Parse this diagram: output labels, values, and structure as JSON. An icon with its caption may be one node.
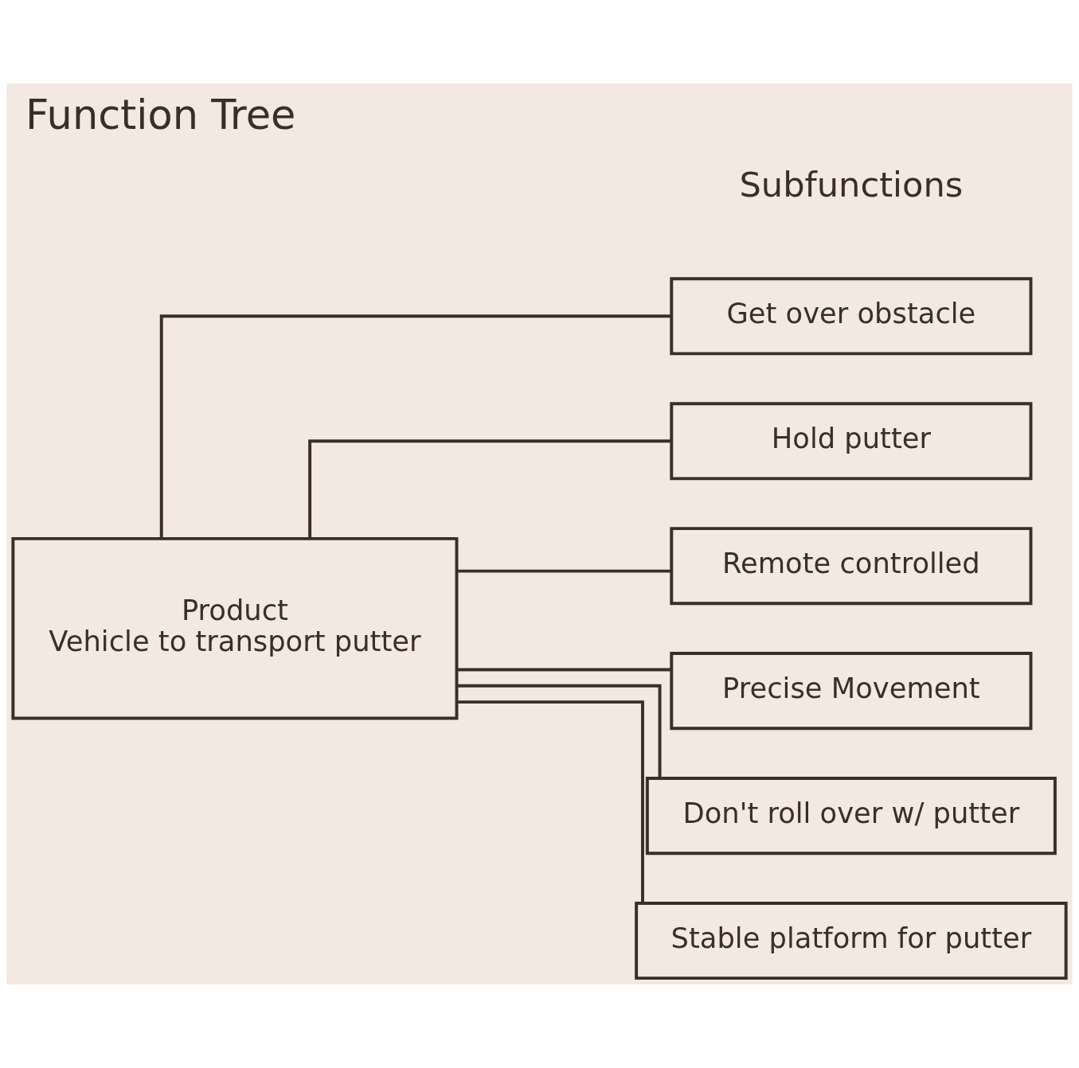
{
  "diagram": {
    "title": "Function Tree",
    "nodes": [
      {
        "text": [
          "Product",
          "Vehicle to transport putter"
        ]
      },
      {
        "text": [
          "Get over obstacle"
        ]
      },
      {
        "text": [
          "Hold putter"
        ]
      },
      {
        "text": [
          "Remote controlled"
        ]
      },
      {
        "text": [
          "Precise Movement"
        ]
      },
      {
        "text": [
          "Don't roll over w/ putter"
        ]
      },
      {
        "text": [
          "Stable platform for putter"
        ]
      }
    ],
    "edges": [
      {
        "from": 0,
        "to": 1,
        "arrow": "none"
      },
      {
        "from": 0,
        "to": 2,
        "arrow": "none"
      },
      {
        "from": 0,
        "to": 3,
        "arrow": "none"
      },
      {
        "from": 0,
        "to": 4,
        "arrow": "none"
      },
      {
        "from": 0,
        "to": 5,
        "arrow": "none"
      },
      {
        "from": 0,
        "to": 6,
        "arrow": "none"
      }
    ],
    "labels": [
      "Subfunctions"
    ]
  }
}
